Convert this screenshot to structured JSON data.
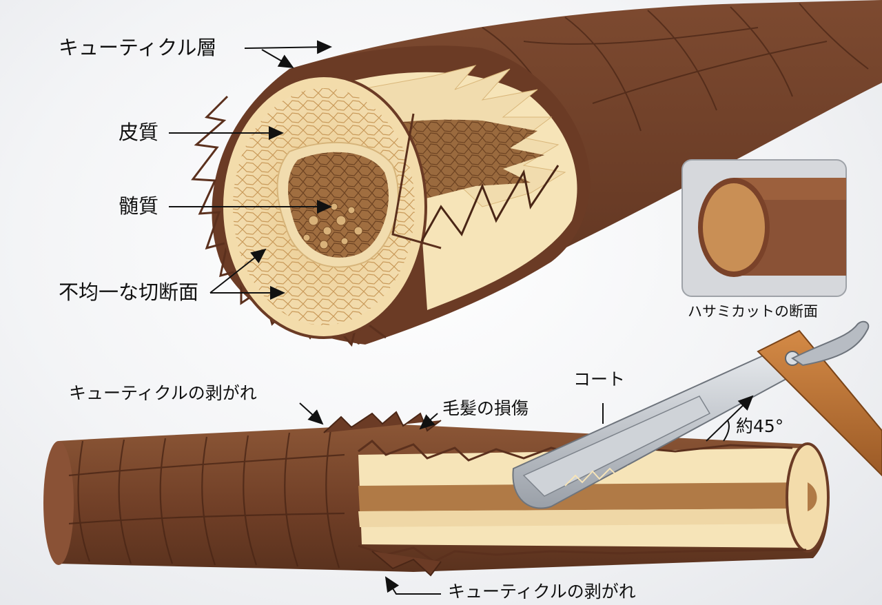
{
  "labels": {
    "cuticle_layer": "キューティクル層",
    "cortex": "皮質",
    "medulla": "髄質",
    "uneven_section": "不均一な切断面",
    "scissor_caption": "ハサミカットの断面",
    "cuticle_peel_top": "キューティクルの剥がれ",
    "hair_damage": "毛髪の損傷",
    "coat": "コート",
    "angle": "約45°",
    "cuticle_peel_bottom": "キューティクルの剥がれ"
  },
  "colors": {
    "cuticle_dark": "#6b3b25",
    "cuticle_mid": "#8a5236",
    "cortex_light": "#f1dcae",
    "medulla": "#9a6a3e",
    "inner_cream": "#f6e4b8",
    "blade": "#b7bcc3",
    "handle": "#c07a3c"
  }
}
